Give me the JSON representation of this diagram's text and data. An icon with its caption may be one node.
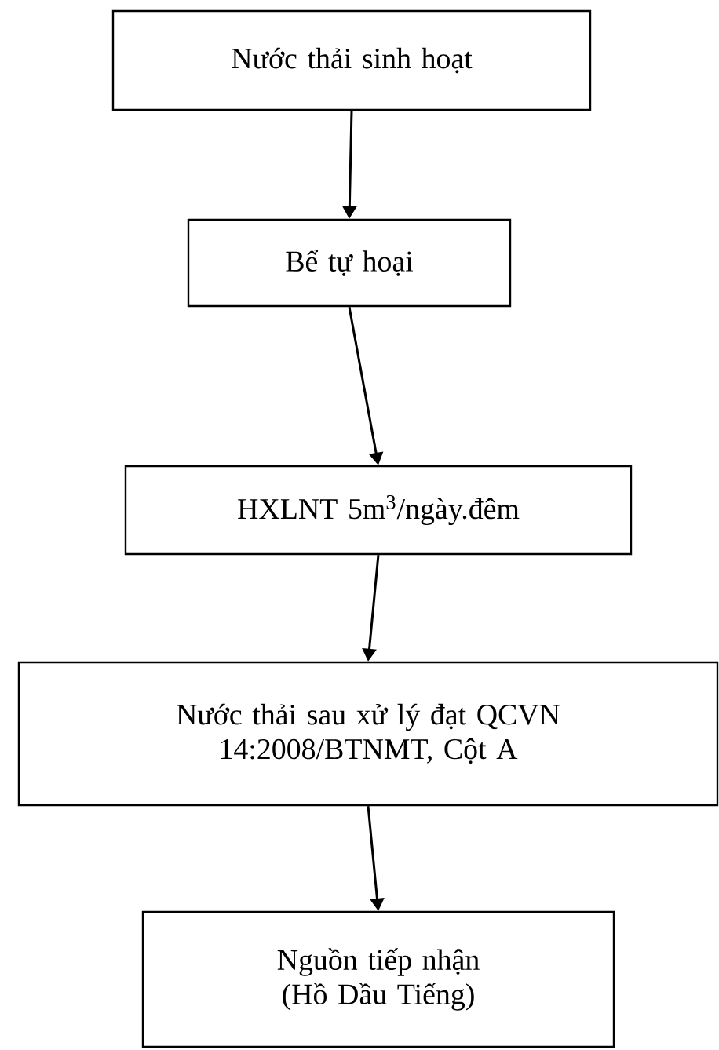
{
  "diagram": {
    "nodes": [
      {
        "text": [
          "Nước thải sinh hoạt"
        ]
      },
      {
        "text": [
          "Bể tự hoại"
        ]
      },
      {
        "text": [
          "HXLNT 5m$^{3}$/ngày.đêm"
        ]
      },
      {
        "text": [
          "Nước thải sau xử lý đạt QCVN 14:2008/BTNMT, Cột A"
        ]
      },
      {
        "text": [
          "Nguồn tiếp nhận (Hồ Dầu Tiếng)"
        ]
      }
    ],
    "edges": [
      {
        "from": 0,
        "to": 1,
        "arrow": "to"
      },
      {
        "from": 1,
        "to": 2,
        "arrow": "to"
      },
      {
        "from": 2,
        "to": 3,
        "arrow": "to"
      },
      {
        "from": 3,
        "to": 4,
        "arrow": "to"
      }
    ]
  }
}
